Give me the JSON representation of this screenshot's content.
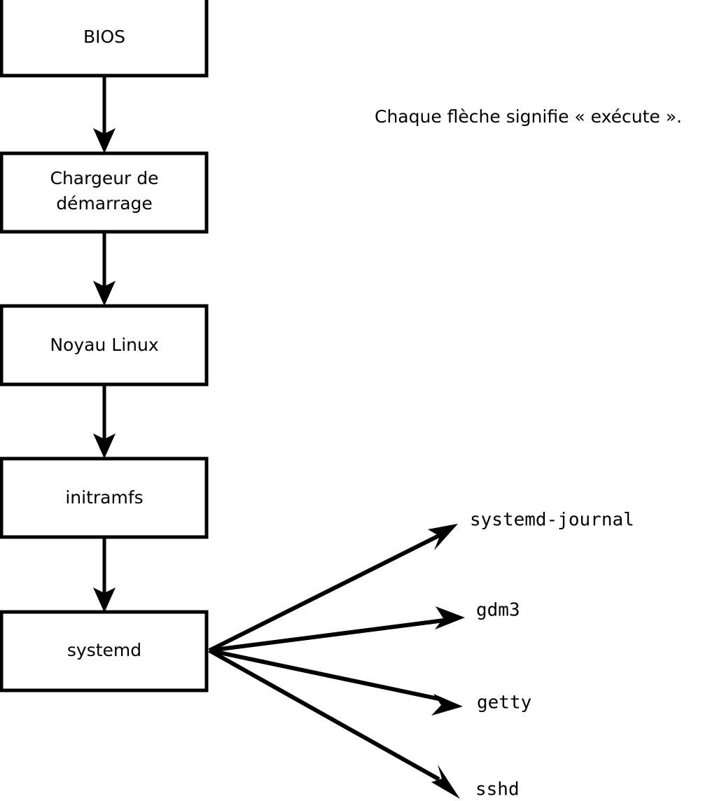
{
  "diagram": {
    "type": "flowchart",
    "language": "fr",
    "caption": "Chaque flèche signifie « exécute ».",
    "colors": {
      "background": "#ffffff",
      "stroke": "#000000",
      "node_fill": "#ffffff",
      "text": "#000000"
    },
    "nodes": [
      {
        "id": "bios",
        "label": "BIOS",
        "multiline": false
      },
      {
        "id": "bootloader",
        "label": "Chargeur de\ndémarrage",
        "line1": "Chargeur de",
        "line2": "démarrage",
        "multiline": true
      },
      {
        "id": "kernel",
        "label": "Noyau Linux",
        "multiline": false
      },
      {
        "id": "initramfs",
        "label": "initramfs",
        "multiline": false
      },
      {
        "id": "systemd",
        "label": "systemd",
        "multiline": false
      }
    ],
    "branches": [
      {
        "id": "systemd-journal",
        "label": "systemd-journal"
      },
      {
        "id": "gdm3",
        "label": "gdm3"
      },
      {
        "id": "getty",
        "label": "getty"
      },
      {
        "id": "sshd",
        "label": "sshd"
      }
    ],
    "edges": [
      {
        "from": "bios",
        "to": "bootloader",
        "meaning": "exécute"
      },
      {
        "from": "bootloader",
        "to": "kernel",
        "meaning": "exécute"
      },
      {
        "from": "kernel",
        "to": "initramfs",
        "meaning": "exécute"
      },
      {
        "from": "initramfs",
        "to": "systemd",
        "meaning": "exécute"
      },
      {
        "from": "systemd",
        "to": "systemd-journal",
        "meaning": "exécute"
      },
      {
        "from": "systemd",
        "to": "gdm3",
        "meaning": "exécute"
      },
      {
        "from": "systemd",
        "to": "getty",
        "meaning": "exécute"
      },
      {
        "from": "systemd",
        "to": "sshd",
        "meaning": "exécute"
      }
    ]
  }
}
